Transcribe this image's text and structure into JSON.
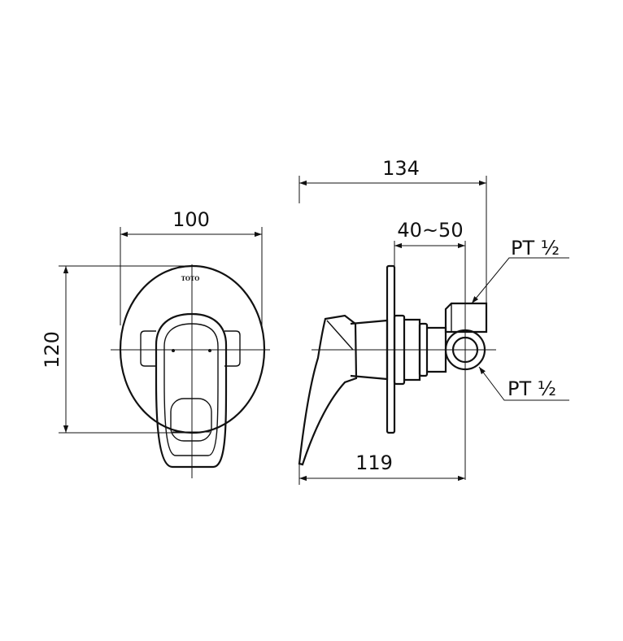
{
  "dimensions": {
    "front_width": "100",
    "front_height": "120",
    "side_total_depth": "134",
    "side_wall_adjust": "40~50",
    "side_handle_depth": "119"
  },
  "connections": {
    "top_thread": "PT ½",
    "bottom_thread": "PT ½"
  },
  "front_view": {
    "brand_mark": "TOTO"
  }
}
